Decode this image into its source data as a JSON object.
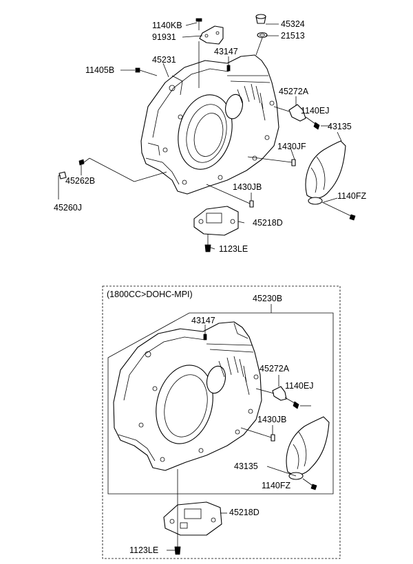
{
  "top_assembly": {
    "labels": {
      "p1140KB": "1140KB",
      "p91931": "91931",
      "p45324": "45324",
      "p21513": "21513",
      "p43147": "43147",
      "p45231": "45231",
      "p11405B": "11405B",
      "p45272A": "45272A",
      "p1140EJ": "1140EJ",
      "p43135": "43135",
      "p1430JF": "1430JF",
      "p45262B": "45262B",
      "p45260J": "45260J",
      "p1430JB": "1430JB",
      "p1140FZ": "1140FZ",
      "p45218D": "45218D",
      "p1123LE": "1123LE"
    }
  },
  "variant_box": {
    "title": "(1800CC>DOHC-MPI)",
    "labels": {
      "p45230B": "45230B",
      "p43147": "43147",
      "p45272A": "45272A",
      "p1140EJ": "1140EJ",
      "p1430JB": "1430JB",
      "p43135": "43135",
      "p1140FZ": "1140FZ",
      "p45218D": "45218D",
      "p1123LE": "1123LE"
    }
  }
}
